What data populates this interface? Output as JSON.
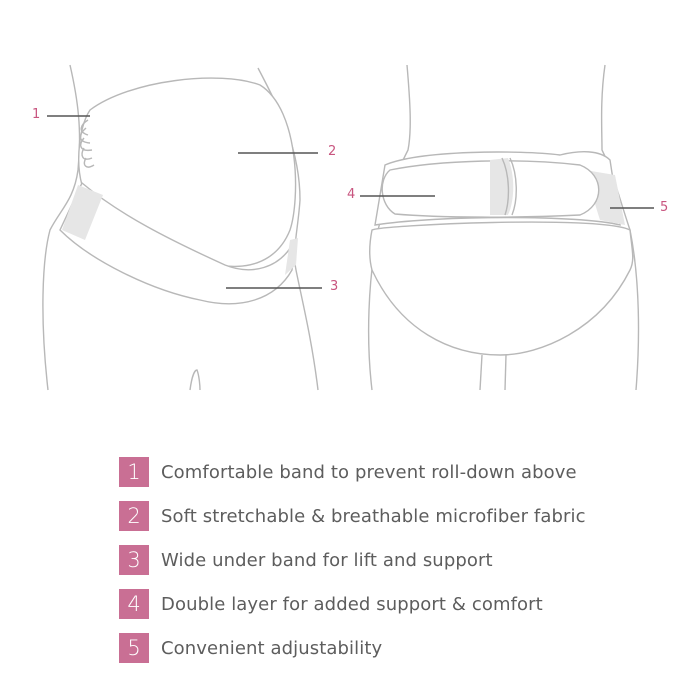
{
  "figure": {
    "side_view_callouts": [
      {
        "num": "1"
      },
      {
        "num": "2"
      },
      {
        "num": "3"
      }
    ],
    "back_view_callouts": [
      {
        "num": "4"
      },
      {
        "num": "5"
      }
    ]
  },
  "legend": {
    "items": [
      {
        "num": "1",
        "text": "Comfortable band to prevent roll-down above"
      },
      {
        "num": "2",
        "text": "Soft stretchable & breathable microfiber fabric"
      },
      {
        "num": "3",
        "text": "Wide under band for lift and support"
      },
      {
        "num": "4",
        "text": "Double layer for added support & comfort"
      },
      {
        "num": "5",
        "text": "Convenient adjustability"
      }
    ]
  },
  "colors": {
    "badge": "#c96f94",
    "label": "#c8557f",
    "line": "#b8b8b8",
    "panel": "#e6e6e6",
    "text": "#5d5d5d"
  }
}
